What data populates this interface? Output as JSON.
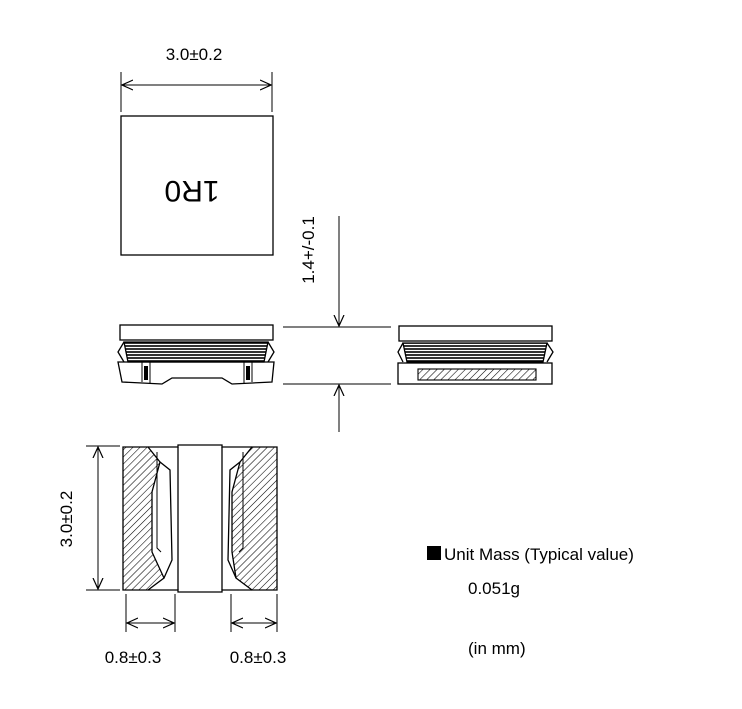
{
  "top_view": {
    "width_dim": "3.0±0.2",
    "marking": "1R0"
  },
  "side_view": {
    "height_dim": "1.4+/-0.1"
  },
  "bottom_view": {
    "length_dim": "3.0±0.2",
    "left_terminal_dim": "0.8±0.3",
    "right_terminal_dim": "0.8±0.3"
  },
  "unit_mass": {
    "label": "Unit Mass (Typical value)",
    "value": "0.051g"
  },
  "units_note": "(in mm)"
}
